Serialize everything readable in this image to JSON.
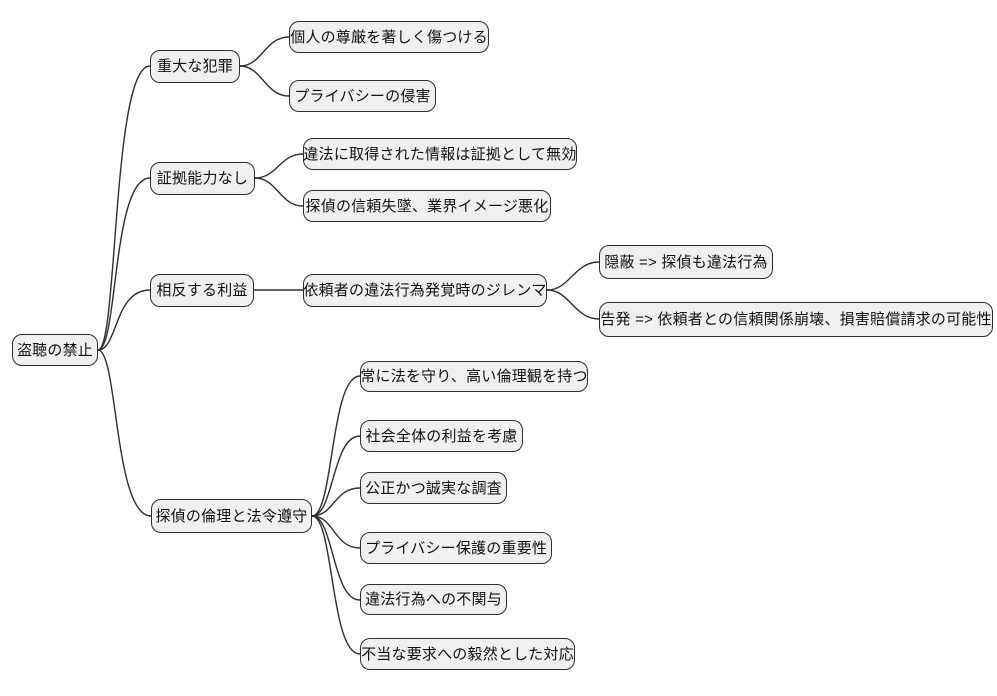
{
  "diagram": {
    "type": "mindmap",
    "background": "#ffffff",
    "colors": {
      "node_fill": "#f0f0f0",
      "node_border": "#2e2e2e",
      "connector": "#2e2e2e",
      "text": "#111111"
    },
    "root": {
      "label": "盗聴の禁止"
    },
    "branches": [
      {
        "label": "重大な犯罪",
        "children": [
          {
            "label": "個人の尊厳を著しく傷つける"
          },
          {
            "label": "プライバシーの侵害"
          }
        ]
      },
      {
        "label": "証拠能力なし",
        "children": [
          {
            "label": "違法に取得された情報は証拠として無効"
          },
          {
            "label": "探偵の信頼失墜、業界イメージ悪化"
          }
        ]
      },
      {
        "label": "相反する利益",
        "children": [
          {
            "label": "依頼者の違法行為発覚時のジレンマ",
            "children": [
              {
                "label": "隠蔽 => 探偵も違法行為"
              },
              {
                "label": "告発 => 依頼者との信頼関係崩壊、損害賠償請求の可能性"
              }
            ]
          }
        ]
      },
      {
        "label": "探偵の倫理と法令遵守",
        "children": [
          {
            "label": "常に法を守り、高い倫理観を持つ"
          },
          {
            "label": "社会全体の利益を考慮"
          },
          {
            "label": "公正かつ誠実な調査"
          },
          {
            "label": "プライバシー保護の重要性"
          },
          {
            "label": "違法行為への不関与"
          },
          {
            "label": "不当な要求への毅然とした対応"
          }
        ]
      }
    ]
  }
}
